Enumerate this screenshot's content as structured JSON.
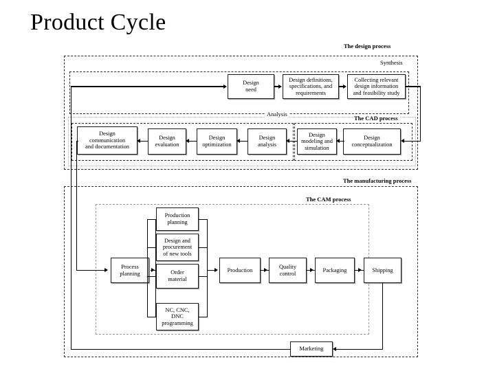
{
  "slide": {
    "title": "Product Cycle"
  },
  "regions": {
    "design_process": {
      "label": "The design process"
    },
    "synthesis": {
      "label": "Synthesis"
    },
    "analysis": {
      "label": "Analysis"
    },
    "cad_process": {
      "label": "The CAD process"
    },
    "manufacturing_process": {
      "label": "The manufacturing process"
    },
    "cam_process": {
      "label": "The CAM process"
    }
  },
  "nodes": {
    "design_need": {
      "lines": [
        "Design",
        "need"
      ]
    },
    "design_definitions": {
      "lines": [
        "Design definitions,",
        "specifications, and",
        "requirements"
      ]
    },
    "collecting_info": {
      "lines": [
        "Collecting relevant",
        "design information",
        "and feasibility study"
      ]
    },
    "design_conceptualization": {
      "lines": [
        "Design",
        "conceptualization"
      ]
    },
    "design_modeling": {
      "lines": [
        "Design",
        "modeling and",
        "simulation"
      ]
    },
    "design_analysis": {
      "lines": [
        "Design",
        "analysis"
      ]
    },
    "design_optimization": {
      "lines": [
        "Design",
        "optimization"
      ]
    },
    "design_evaluation": {
      "lines": [
        "Design",
        "evaluation"
      ]
    },
    "design_communication": {
      "lines": [
        "Design",
        "communication",
        "and documentation"
      ]
    },
    "process_planning": {
      "lines": [
        "Process",
        "planning"
      ]
    },
    "production_planning": {
      "lines": [
        "Production",
        "planning"
      ]
    },
    "design_procurement": {
      "lines": [
        "Design and",
        "procurement",
        "of new tools"
      ]
    },
    "order_material": {
      "lines": [
        "Order",
        "material"
      ]
    },
    "nc_programming": {
      "lines": [
        "NC, CNC,",
        "DNC",
        "programming"
      ]
    },
    "production": {
      "lines": [
        "Production"
      ]
    },
    "quality_control": {
      "lines": [
        "Quality",
        "control"
      ]
    },
    "packaging": {
      "lines": [
        "Packaging"
      ]
    },
    "shipping": {
      "lines": [
        "Shipping"
      ]
    },
    "marketing": {
      "lines": [
        "Marketing"
      ]
    }
  },
  "colors": {
    "ink": "#000000",
    "page": "#ffffff",
    "frame_dark": "#2b2b2b",
    "frame_light": "#9a9a9a"
  }
}
